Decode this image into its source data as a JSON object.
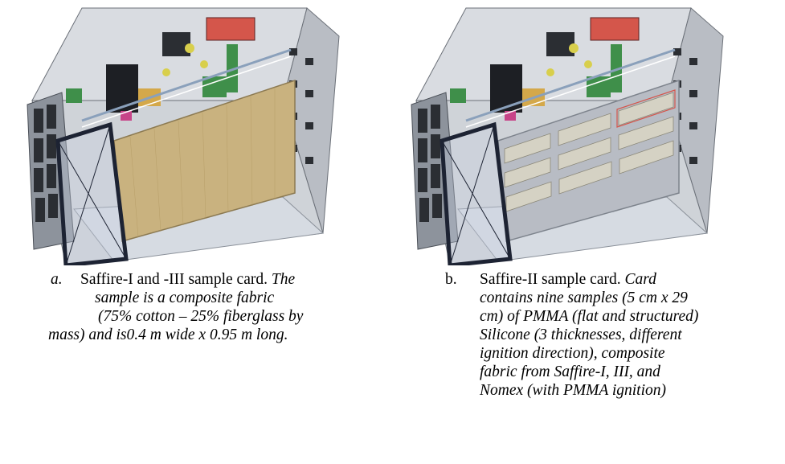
{
  "figures": [
    {
      "id": "a",
      "marker": "a.",
      "title": "Saffire-I and -III sample card.",
      "lines": [
        "sample is a composite fabric",
        "(75% cotton – 25% fiberglass by",
        "mass) and is0.4 m wide x 0.95 m long."
      ],
      "title_tail": "The",
      "sample_kind": "single-fabric-panel"
    },
    {
      "id": "b",
      "marker": "b.",
      "title": "Saffire-II sample card.",
      "title_tail": "Card",
      "lines": [
        "contains nine samples (5 cm x 29",
        "cm) of PMMA (flat and structured)",
        "Silicone (3 thicknesses, different",
        "ignition direction), composite",
        "fabric from Saffire-I, III, and",
        "Nomex (with PMMA ignition)"
      ],
      "sample_kind": "nine-strip-card"
    }
  ],
  "colors": {
    "chassis": "#c9cdd3",
    "chassis_dark": "#7d838c",
    "frame": "#1d2333",
    "fabric": "#c9b27f",
    "card": "#b8bcc4",
    "strip": "#d5d2c4",
    "red_board": "#d4564b",
    "green_board": "#3f8f4a",
    "purple": "#8a3fa8",
    "yellow": "#d8cf4c"
  }
}
